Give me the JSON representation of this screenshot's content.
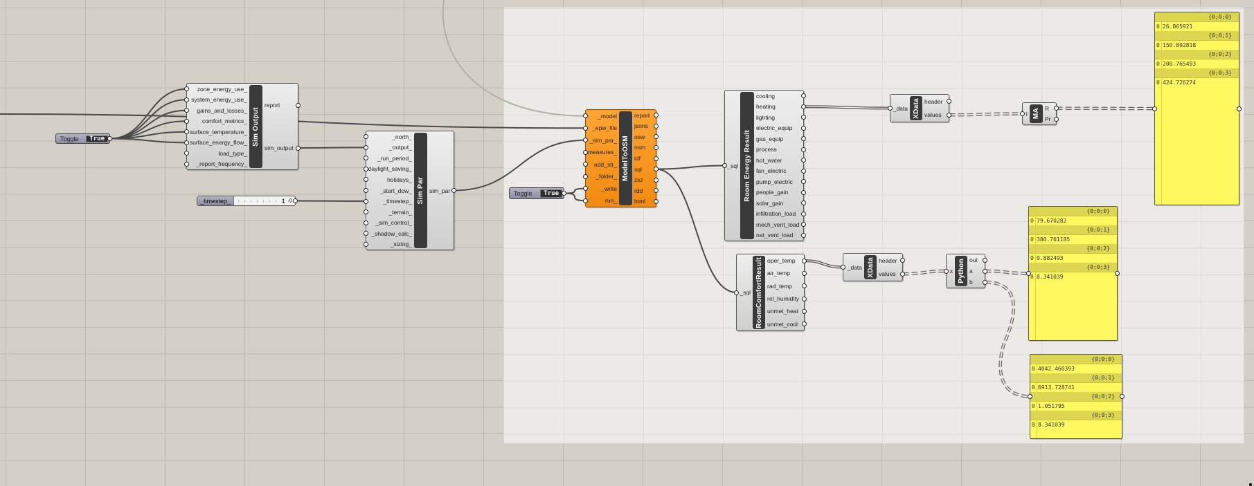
{
  "toggles": [
    {
      "label": "Toggle",
      "value": "True"
    },
    {
      "label": "Toggle",
      "value": "True"
    }
  ],
  "slider": {
    "label": "_timestep_",
    "value": "1",
    "handle": "◊"
  },
  "components": [
    {
      "id": "sim_output",
      "title": "Sim Output",
      "inputs": [
        "zone_energy_use_",
        "system_energy_use_",
        "gains_and_losses_",
        "comfort_metrics_",
        "surface_temperature_",
        "surface_energy_flow_",
        "load_type_",
        "_report_frequency_"
      ],
      "outputs": [
        "report",
        "sim_output"
      ]
    },
    {
      "id": "sim_par",
      "title": "Sim Par",
      "inputs": [
        "_north_",
        "_output_",
        "_run_period_",
        "daylight_saving_",
        "holidays_",
        "_start_dow_",
        "_timestep_",
        "_terrain_",
        "_sim_control_",
        "_shadow_calc_",
        "_sizing_"
      ],
      "outputs": [
        "sim_par"
      ]
    },
    {
      "id": "model_to_osm",
      "title": "ModelToOSM",
      "inputs": [
        "_model",
        "_epw_file",
        "_sim_par_",
        "measures_",
        "add_str_",
        "_folder_",
        "_write",
        "run_"
      ],
      "outputs": [
        "report",
        "jsons",
        "osw",
        "osm",
        "idf",
        "sql",
        "zsz",
        "rdd",
        "html"
      ]
    },
    {
      "id": "room_energy_result",
      "title": "Room Energy Result",
      "inputs": [
        "_sql"
      ],
      "outputs": [
        "cooling",
        "heating",
        "lighting",
        "electric_equip",
        "gas_equip",
        "process",
        "hot_water",
        "fan_electric",
        "pump_electric",
        "people_gain",
        "solar_gain",
        "infiltration_load",
        "mech_vent_load",
        "nat_vent_load"
      ]
    },
    {
      "id": "room_comfort_result",
      "title": "RoomComfortResult",
      "inputs": [
        "_sql"
      ],
      "outputs": [
        "oper_temp",
        "air_temp",
        "rad_temp",
        "rel_humidity",
        "unmet_heat",
        "unmet_cool"
      ]
    },
    {
      "id": "xdata_1",
      "title": "XData",
      "inputs": [
        "_data"
      ],
      "outputs": [
        "header",
        "values"
      ]
    },
    {
      "id": "ma",
      "title": "MA",
      "inputs": [
        "I"
      ],
      "outputs": [
        "R",
        "Pr"
      ]
    },
    {
      "id": "xdata_2",
      "title": "XData",
      "inputs": [
        "_data"
      ],
      "outputs": [
        "header",
        "values"
      ]
    },
    {
      "id": "python",
      "title": "Python",
      "inputs": [
        "x"
      ],
      "outputs": [
        "out",
        "a",
        "b"
      ]
    }
  ],
  "panels": [
    {
      "id": "panel_1",
      "entries": [
        {
          "path": "{0;0;0}",
          "index": "0",
          "value": "26.865921"
        },
        {
          "path": "{0;0;1}",
          "index": "0",
          "value": "150.892818"
        },
        {
          "path": "{0;0;2}",
          "index": "0",
          "value": "200.765493"
        },
        {
          "path": "{0;0;3}",
          "index": "0",
          "value": "424.726274"
        }
      ]
    },
    {
      "id": "panel_2",
      "entries": [
        {
          "path": "{0;0;0}",
          "index": "0",
          "value": "79.670282"
        },
        {
          "path": "{0;0;1}",
          "index": "0",
          "value": "380.701185"
        },
        {
          "path": "{0;0;2}",
          "index": "0",
          "value": "0.882493"
        },
        {
          "path": "{0;0;3}",
          "index": "0",
          "value": "8.341039"
        }
      ]
    },
    {
      "id": "panel_3",
      "entries": [
        {
          "path": "{0;0;0}",
          "index": "0",
          "value": "4042.460393"
        },
        {
          "path": "{0;0;1}",
          "index": "0",
          "value": "6913.728741"
        },
        {
          "path": "{0;0;2}",
          "index": "0",
          "value": "1.051795"
        },
        {
          "path": "{0;0;3}",
          "index": "0",
          "value": "8.341039"
        }
      ]
    }
  ]
}
